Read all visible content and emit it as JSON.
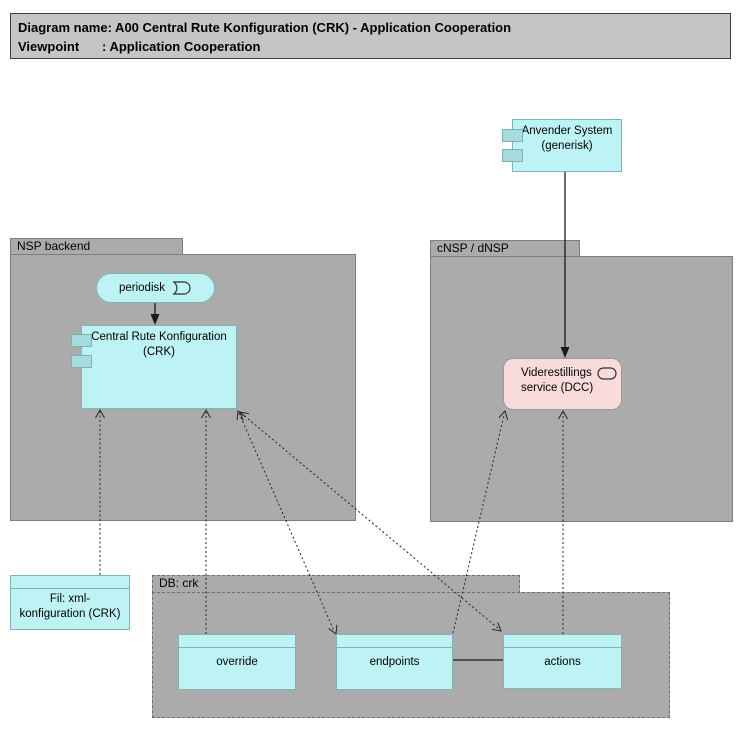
{
  "title": {
    "line1_label": "Diagram name",
    "line1_value": ": A00 Central Rute Konfiguration (CRK) - Application Cooperation",
    "line2_label": "Viewpoint",
    "line2_value": ": Application Cooperation"
  },
  "packages": {
    "nsp_backend": {
      "label": "NSP backend"
    },
    "cnsp_dnsp": {
      "label": "cNSP / dNSP"
    },
    "db_crk": {
      "label": "DB: crk"
    }
  },
  "nodes": {
    "anvender": {
      "line1": "Anvender System",
      "line2": "(generisk)",
      "type": "application-component"
    },
    "periodisk": {
      "label": "periodisk",
      "type": "application-event"
    },
    "crk": {
      "line1": "Central Rute Konfiguration",
      "line2": "(CRK)",
      "type": "application-component"
    },
    "dcc": {
      "line1": "Viderestillings",
      "line2": "service (DCC)",
      "type": "application-service"
    },
    "fil": {
      "line1": "Fil: xml-",
      "line2": "konfiguration (CRK)",
      "type": "artifact"
    },
    "override": {
      "label": "override",
      "type": "artifact"
    },
    "endpoints": {
      "label": "endpoints",
      "type": "artifact"
    },
    "actions": {
      "label": "actions",
      "type": "artifact"
    }
  },
  "relations": [
    {
      "from": "Anvender System (generisk)",
      "to": "Viderestillings service (DCC)",
      "style": "solid-arrow"
    },
    {
      "from": "periodisk",
      "to": "Central Rute Konfiguration (CRK)",
      "style": "solid-arrow"
    },
    {
      "from": "Fil: xml-konfiguration (CRK)",
      "to": "Central Rute Konfiguration (CRK)",
      "style": "dotted-arrow"
    },
    {
      "from": "override",
      "to": "Central Rute Konfiguration (CRK)",
      "style": "dotted-arrow"
    },
    {
      "from": "Central Rute Konfiguration (CRK)",
      "to": "endpoints",
      "style": "dotted-double-arrow"
    },
    {
      "from": "Central Rute Konfiguration (CRK)",
      "to": "actions",
      "style": "dotted-double-arrow"
    },
    {
      "from": "endpoints",
      "to": "Viderestillings service (DCC)",
      "style": "dotted-arrow"
    },
    {
      "from": "actions",
      "to": "Viderestillings service (DCC)",
      "style": "dotted-arrow"
    },
    {
      "from": "endpoints",
      "to": "actions",
      "style": "solid-line"
    }
  ],
  "colors": {
    "element_cyan": "#bdf3f4",
    "element_pink": "#fadbdb",
    "package_gray": "#ababab",
    "title_gray": "#c5c5c5",
    "line_black": "#1a1a1a"
  }
}
